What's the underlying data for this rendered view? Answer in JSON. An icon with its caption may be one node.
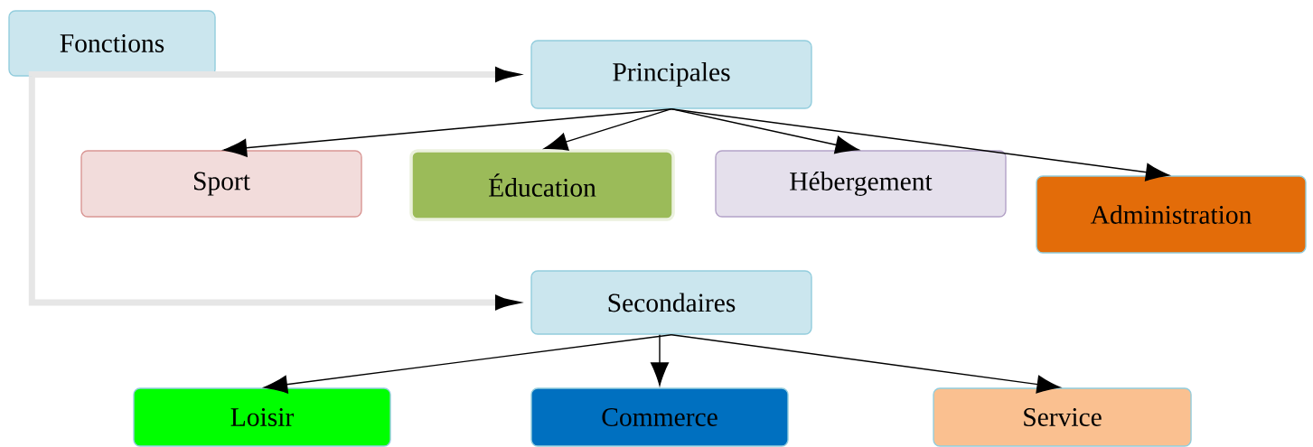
{
  "diagram": {
    "nodes": [
      {
        "text": [
          "Fonctions"
        ]
      },
      {
        "text": [
          "Principales"
        ]
      },
      {
        "text": [
          "Sport"
        ]
      },
      {
        "text": [
          "Éducation"
        ]
      },
      {
        "text": [
          "Hébergement"
        ]
      },
      {
        "text": [
          "Administration"
        ]
      },
      {
        "text": [
          "Secondaires"
        ]
      },
      {
        "text": [
          "Loisir"
        ]
      },
      {
        "text": [
          "Commerce"
        ]
      },
      {
        "text": [
          "Service"
        ]
      }
    ],
    "edges": [
      {
        "from": 0,
        "to": 1,
        "arrow": "to",
        "style": "thick",
        "color": "#e6e6e6"
      },
      {
        "from": 0,
        "to": 6,
        "arrow": "to",
        "style": "thick",
        "color": "#e6e6e6"
      },
      {
        "from": 1,
        "to": 2,
        "arrow": "to"
      },
      {
        "from": 1,
        "to": 3,
        "arrow": "to"
      },
      {
        "from": 1,
        "to": 4,
        "arrow": "to"
      },
      {
        "from": 1,
        "to": 5,
        "arrow": "to"
      },
      {
        "from": 6,
        "to": 7,
        "arrow": "to"
      },
      {
        "from": 6,
        "to": 8,
        "arrow": "to"
      },
      {
        "from": 6,
        "to": 9,
        "arrow": "to"
      }
    ]
  }
}
